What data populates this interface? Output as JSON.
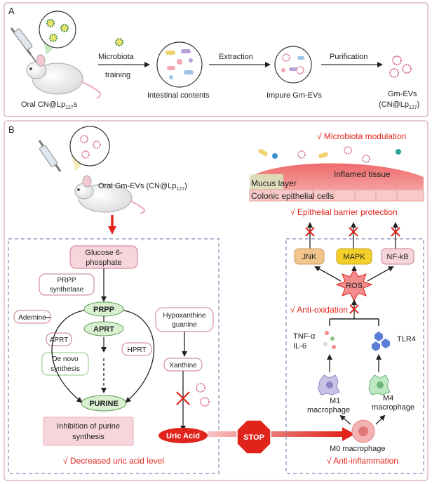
{
  "panel_a": {
    "label": "A",
    "oral_label": "Oral CN@Lp",
    "oral_sub": "127",
    "oral_suffix": "s",
    "step1_top": "Microbiota",
    "step1_bottom": "training",
    "step1_result": "Intestinal contents",
    "step2": "Extraction",
    "step2_result": "Impure Gm-EVs",
    "step3": "Purification",
    "step3_result_1": "Gm-EVs",
    "step3_result_2": "(CN@Lp",
    "step3_result_2_sub": "127",
    "step3_result_2_end": ")"
  },
  "panel_b": {
    "label": "B",
    "oral_label": "Oral Gm-EVs (CN@Lp",
    "oral_sub": "127",
    "oral_end": ")",
    "pathway": {
      "glucose_1": "Glucose 6-",
      "glucose_2": "phosphate",
      "prpp_synth_1": "PRPP",
      "prpp_synth_2": "synthetase",
      "prpp": "PRPP",
      "adenine": "Ademine",
      "aprt_small": "APRT",
      "aprt": "APRT",
      "hpax_1": "Hypoxanthine",
      "hpax_2": "guanine",
      "hprt": "HPRT",
      "denovo_1": "De novo",
      "denovo_2": "synthesis",
      "xanthine": "Xanthine",
      "purine": "PURINE",
      "inhibition_1": "Inhibition of purine",
      "inhibition_2": "synthesis",
      "uric_acid": "Uric Acid",
      "decreased": "√ Decreased uric acid level"
    },
    "stop": "STOP",
    "right": {
      "microbiota_mod": "√ Microbiota modulation",
      "inflamed": "Inflamed tissue",
      "mucus": "Mucus layer",
      "colonic": "Colonic epithelial cells",
      "barrier": "√ Epithelial barrier protection",
      "jnk": "JNK",
      "mapk": "MAPK",
      "nfkb": "NF-kB",
      "ros": "ROS",
      "anti_ox": "√ Anti-oxidation",
      "tnf": "TNF-α",
      "il6": "IL-6",
      "tlr4": "TLR4",
      "m1_1": "M1",
      "m1_2": "macrophage",
      "m4_1": "M4",
      "m4_2": "macrophage",
      "m0": "M0 macrophage",
      "anti_inflam": "√ Anti-inflammation"
    }
  },
  "colors": {
    "panel_border": "#d8a9b0",
    "dashed": "#7b8bb8",
    "red": "#e0241b",
    "pink_box": "#f7d5dc",
    "green_box": "#d8efd0",
    "jnk": "#f2c58d",
    "mapk": "#f2cf2a",
    "nfkb": "#f7d5dc"
  }
}
